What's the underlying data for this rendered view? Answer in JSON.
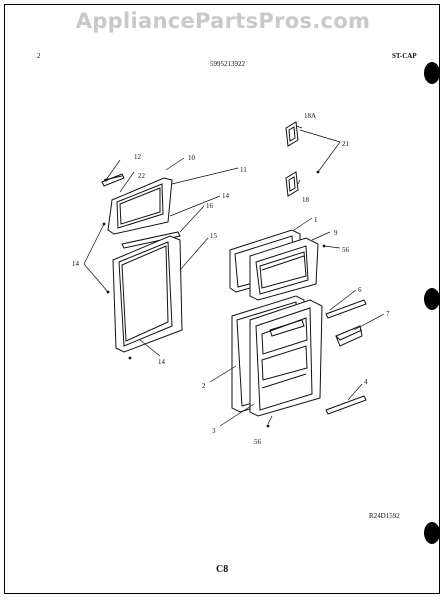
{
  "watermark": "AppliancePartsPros.com",
  "header": {
    "page_number": "2",
    "part_number": "5995213922",
    "model_code": "ST-CAP"
  },
  "footer": {
    "diagram_code": "R24D1592",
    "page_code": "C8"
  },
  "callouts": {
    "c1": "1",
    "c2": "2",
    "c3": "3",
    "c4": "4",
    "c6": "6",
    "c7": "7",
    "c9": "9",
    "c10": "10",
    "c11": "11",
    "c12": "12",
    "c14_top": "14",
    "c14_left": "14",
    "c14_bottom": "14",
    "c15": "15",
    "c16": "16",
    "c18": "18",
    "c18a": "18A",
    "c21": "21",
    "c22": "22",
    "c56_upper": "56",
    "c56_lower": "56"
  }
}
